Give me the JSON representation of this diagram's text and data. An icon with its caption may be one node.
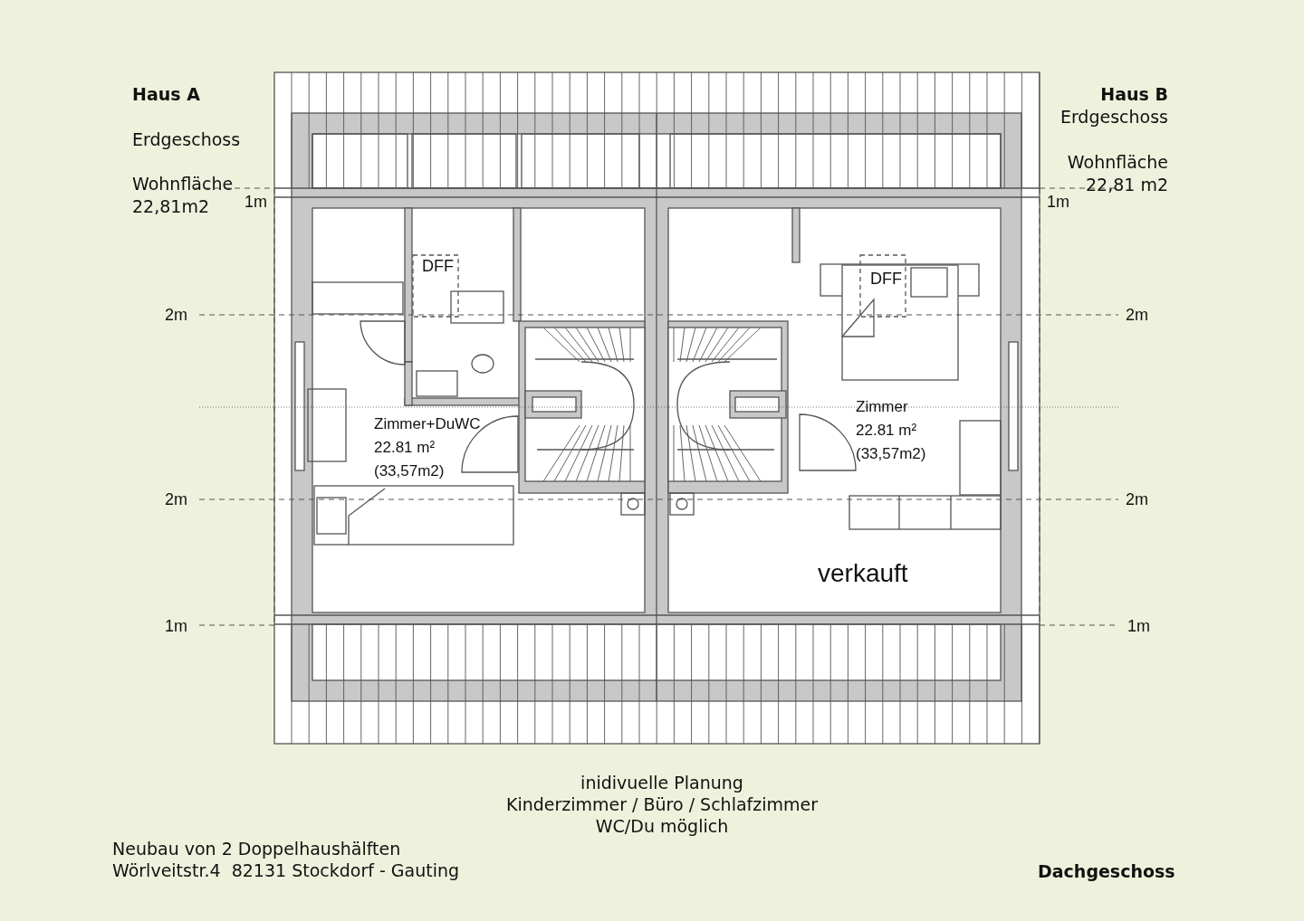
{
  "diagram": {
    "labels": [
      "Haus A",
      "Haus B",
      "Erdgeschoss",
      "Erdgeschoss",
      "Wohnfläche 22,81 m2",
      "Wohnfläche 22,81m2",
      "1m",
      "1m",
      "DFF",
      "DFF",
      "2m",
      "2m",
      "Zimmer+DuWC 22.81 m² (33,57m2)",
      "Zimmer 22.81 m² (33,57m2)",
      "2m",
      "2m",
      "verkauft",
      "1m",
      "1m",
      "inidivuelle Planung",
      "Kinderzimmer / Büro / Schlafzimmer",
      "WC/Du möglich",
      "Neubau von 2 Doppelhaushälften",
      "Wörlveitstr.4  82131 Stockdorf - Gauting",
      "Dachgeschoss"
    ]
  }
}
